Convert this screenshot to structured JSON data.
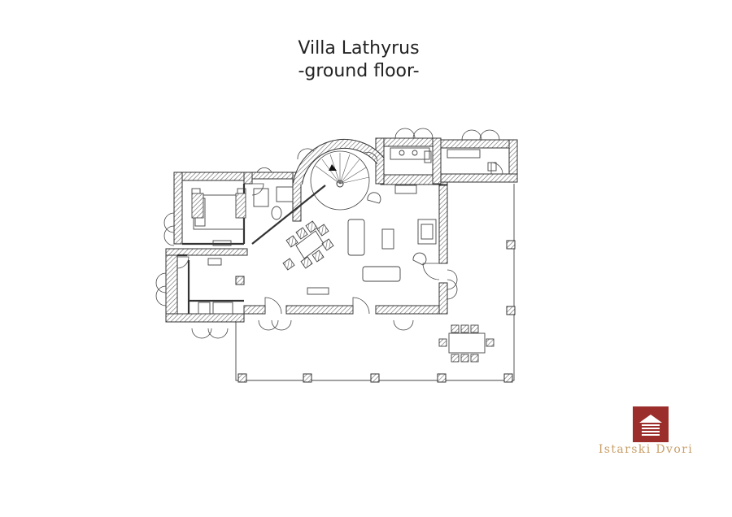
{
  "title": {
    "line1": "Villa Lathyrus",
    "line2": "-ground floor-"
  },
  "logo": {
    "brand_text": "Istarski Dvori",
    "mark_color": "#9b2d2a",
    "text_color": "#c9a06a"
  },
  "colors": {
    "wall_hatch": "#555555",
    "line": "#333333"
  }
}
